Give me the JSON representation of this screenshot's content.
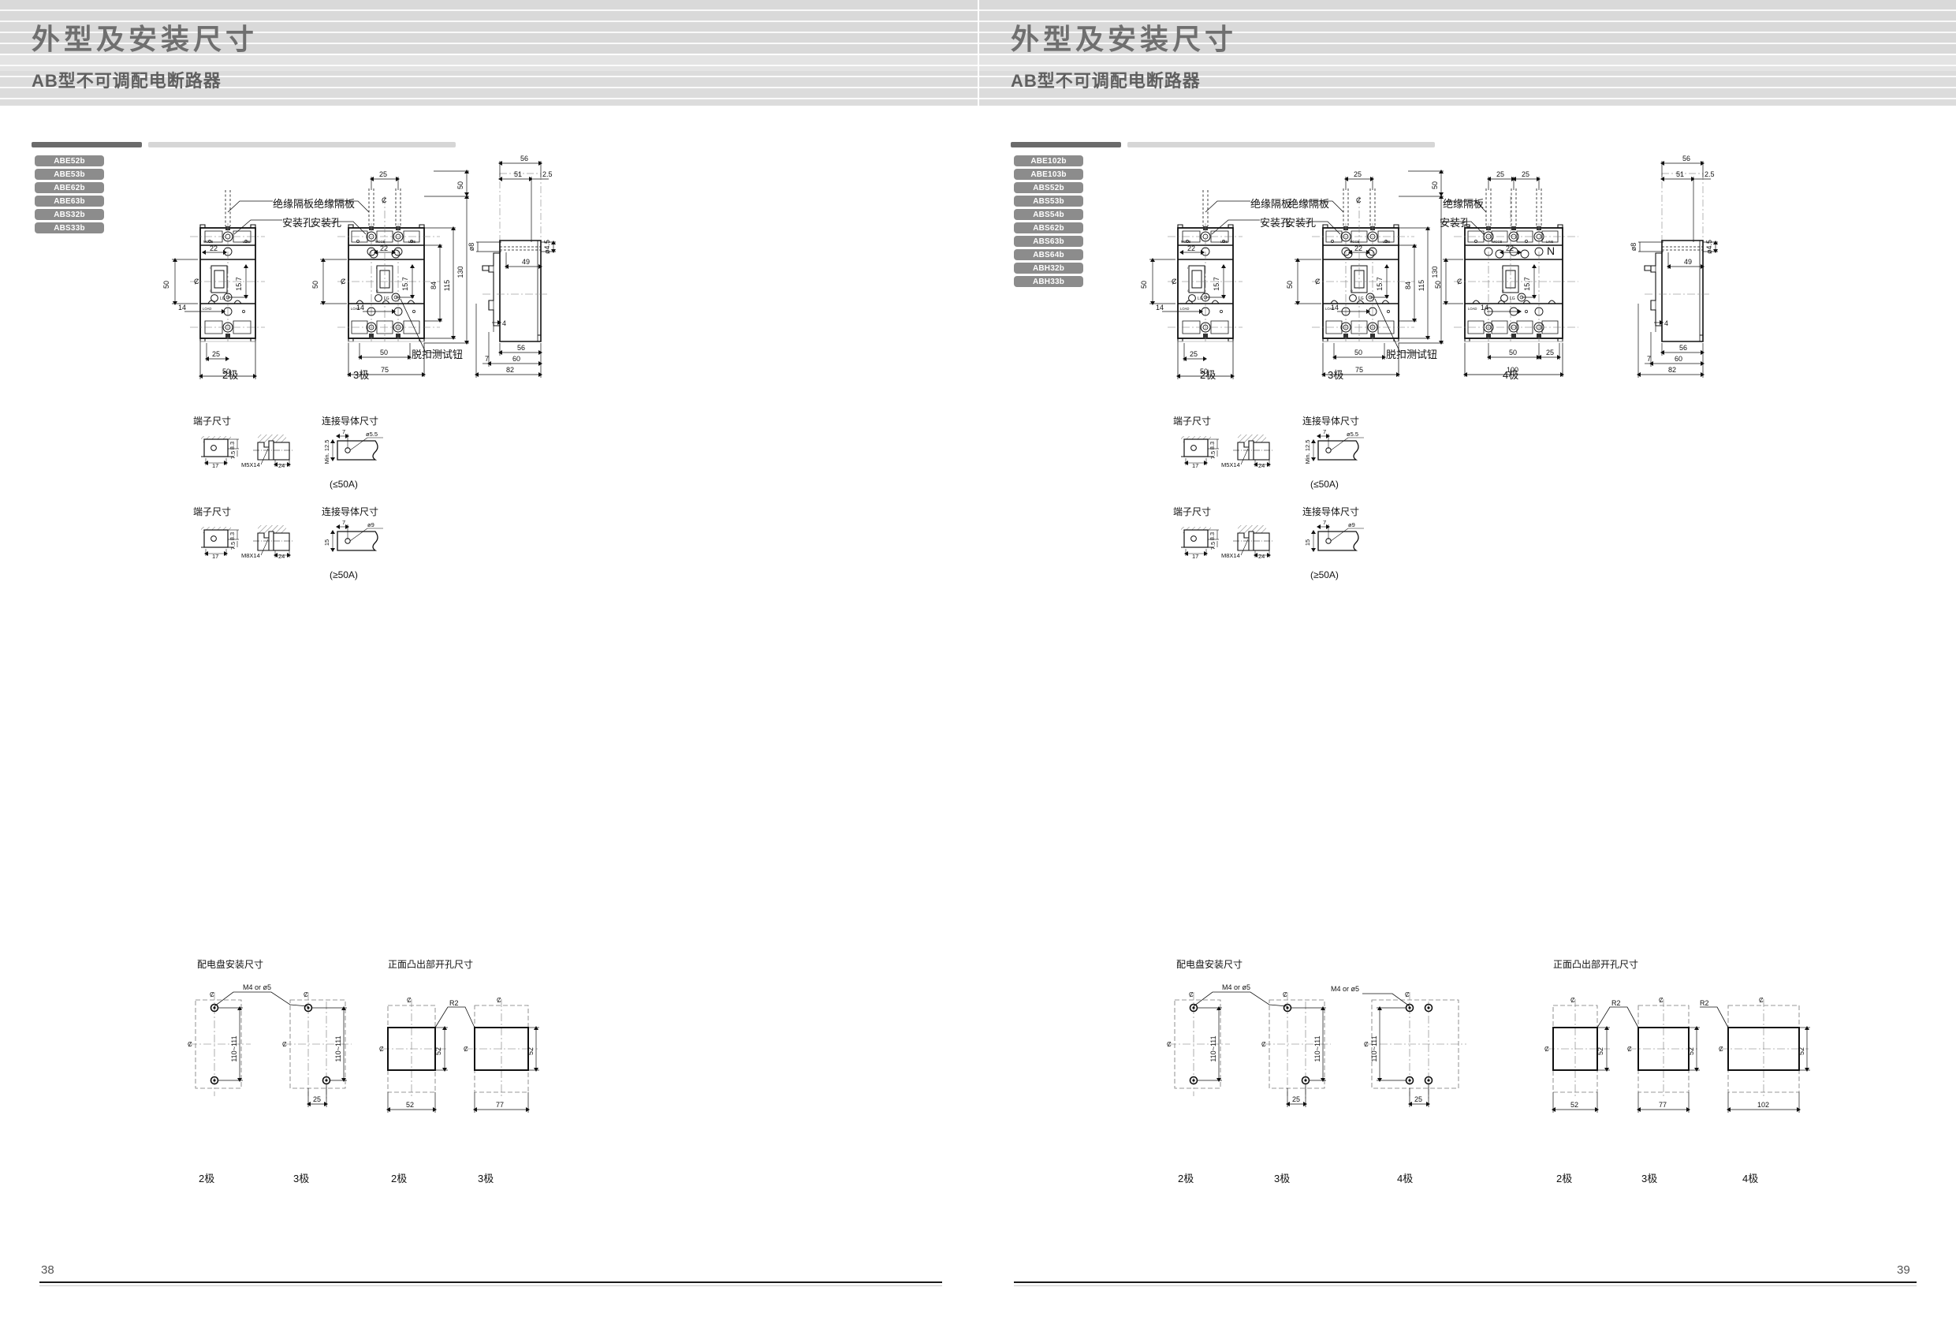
{
  "spread": {
    "pages": [
      {
        "id": "left",
        "header": {
          "title": "外型及安装尺寸",
          "subtitle": "AB型不可调配电断路器"
        },
        "models": [
          "ABE52b",
          "ABE53b",
          "ABE62b",
          "ABE63b",
          "ABS32b",
          "ABS33b"
        ],
        "page_number": "38",
        "front_views": [
          {
            "caption": "2极",
            "callouts": [
              "绝缘隔板",
              "安装孔"
            ],
            "dims": {
              "top_pitch": "",
              "left_50": "50",
              "v_157": "15.7",
              "h_22": "22",
              "h_14": "14",
              "bottom_25": "25",
              "bottom_width": "50"
            },
            "brand": "LG",
            "marks": [
              "MCCB",
              "LINE",
              "LOAD"
            ]
          },
          {
            "caption": "3极",
            "callouts": [
              "绝缘隔板",
              "安装孔",
              "脱扣测试钮"
            ],
            "dims": {
              "top_pitch": "25",
              "left_50": "50",
              "v_157": "15.7",
              "h_22": "22",
              "h_14": "14",
              "bottom_25": "50",
              "bottom_width": "75",
              "stack": [
                "84",
                "115",
                "130"
              ],
              "right_50": "50"
            },
            "brand": "LG",
            "marks": [
              "MCCB",
              "LINE",
              "LOAD"
            ]
          }
        ],
        "side_view": {
          "dims": {
            "w56": "56",
            "w51": "51",
            "w25": "2.5",
            "d49": "49",
            "phi8": "ø8",
            "phi45": "ø4.5",
            "d4": "4",
            "b56": "56",
            "b60": "60",
            "b82": "82",
            "b7": "7"
          }
        },
        "terminal_blocks": [
          {
            "title": "端子尺寸",
            "dims": {
              "w17": "17",
              "h83": "8.3",
              "h75": "7.5",
              "screw": "M5X14",
              "d24": "24"
            }
          },
          {
            "title": "端子尺寸",
            "dims": {
              "w17": "17",
              "h83": "8.3",
              "h75": "7.5",
              "screw": "M8X14",
              "d24": "24"
            }
          }
        ],
        "conductor_blocks": [
          {
            "title": "连接导体尺寸",
            "dims": {
              "e7": "7",
              "hole": "ø5.5",
              "side": "Min. 12.5"
            },
            "note": "(≤50A)"
          },
          {
            "title": "连接导体尺寸",
            "dims": {
              "e7": "7",
              "hole": "ø9",
              "side": "15"
            },
            "note": "(≥50A)"
          }
        ],
        "panel_mount": {
          "title": "配电盘安装尺寸",
          "variants": [
            {
              "caption": "2极",
              "screw": "M4 or ø5",
              "v_dim": "110~111",
              "h_dim": ""
            },
            {
              "caption": "3极",
              "screw": "",
              "v_dim": "110~111",
              "h_dim": "25"
            }
          ]
        },
        "front_cutout": {
          "title": "正面凸出部开孔尺寸",
          "variants": [
            {
              "caption": "2极",
              "radius": "R2",
              "height": "52",
              "width": "52"
            },
            {
              "caption": "3极",
              "radius": "",
              "height": "52",
              "width": "77"
            }
          ]
        }
      },
      {
        "id": "right",
        "header": {
          "title": "外型及安装尺寸",
          "subtitle": "AB型不可调配电断路器"
        },
        "models": [
          "ABE102b",
          "ABE103b",
          "ABS52b",
          "ABS53b",
          "ABS54b",
          "ABS62b",
          "ABS63b",
          "ABS64b",
          "ABH32b",
          "ABH33b"
        ],
        "page_number": "39",
        "front_views": [
          {
            "caption": "2极",
            "callouts": [
              "绝缘隔板",
              "安装孔"
            ],
            "dims": {
              "top_pitch": "",
              "left_50": "50",
              "v_157": "15.7",
              "h_22": "22",
              "h_14": "14",
              "bottom_25": "25",
              "bottom_width": "50"
            },
            "brand": "LG",
            "marks": [
              "MCCB",
              "LINE",
              "LOAD"
            ]
          },
          {
            "caption": "3极",
            "callouts": [
              "绝缘隔板",
              "安装孔",
              "脱扣测试钮"
            ],
            "dims": {
              "top_pitch": "25",
              "left_50": "50",
              "v_157": "15.7",
              "h_22": "22",
              "h_14": "14",
              "bottom_25": "50",
              "bottom_width": "75",
              "stack": [
                "84",
                "115",
                "130"
              ],
              "right_50": "50"
            },
            "brand": "LG",
            "marks": [
              "MCCB",
              "LINE",
              "LOAD"
            ]
          },
          {
            "caption": "4极",
            "callouts": [
              "绝缘隔板",
              "安装孔"
            ],
            "dims": {
              "top_pitch": "25",
              "top_pitch2": "25",
              "left_50": "50",
              "v_157": "15.7",
              "h_22": "22",
              "h_14": "14",
              "bottom_25": "50",
              "bottom_25b": "25",
              "bottom_width": "100"
            },
            "brand": "LG",
            "neutral_mark": "N",
            "marks": [
              "MCCB",
              "LINE",
              "LOAD"
            ]
          }
        ],
        "side_view": {
          "dims": {
            "w56": "56",
            "w51": "51",
            "w25": "2.5",
            "d49": "49",
            "phi8": "ø8",
            "phi45": "ø4.5",
            "d4": "4",
            "b56": "56",
            "b60": "60",
            "b82": "82",
            "b7": "7"
          }
        },
        "terminal_blocks": [
          {
            "title": "端子尺寸",
            "dims": {
              "w17": "17",
              "h83": "8.3",
              "h75": "7.5",
              "screw": "M5X14",
              "d24": "24"
            }
          },
          {
            "title": "端子尺寸",
            "dims": {
              "w17": "17",
              "h83": "8.3",
              "h75": "7.5",
              "screw": "M8X14",
              "d24": "24"
            }
          }
        ],
        "conductor_blocks": [
          {
            "title": "连接导体尺寸",
            "dims": {
              "e7": "7",
              "hole": "ø5.5",
              "side": "Min. 12.5"
            },
            "note": "(≤50A)"
          },
          {
            "title": "连接导体尺寸",
            "dims": {
              "e7": "7",
              "hole": "ø9",
              "side": "15"
            },
            "note": "(≥50A)"
          }
        ],
        "panel_mount": {
          "title": "配电盘安装尺寸",
          "variants": [
            {
              "caption": "2极",
              "screw": "M4 or ø5",
              "v_dim": "110~111",
              "h_dim": ""
            },
            {
              "caption": "3极",
              "screw": "",
              "v_dim": "110~111",
              "h_dim": "25"
            },
            {
              "caption": "4极",
              "screw": "M4 or ø5",
              "v_dim": "110~111",
              "h_dim": "25"
            }
          ]
        },
        "front_cutout": {
          "title": "正面凸出部开孔尺寸",
          "variants": [
            {
              "caption": "2极",
              "radius": "R2",
              "height": "52",
              "width": "52"
            },
            {
              "caption": "3极",
              "radius": "",
              "height": "52",
              "width": "77"
            },
            {
              "caption": "4极",
              "radius": "R2",
              "height": "52",
              "width": "102"
            }
          ]
        }
      }
    ]
  }
}
